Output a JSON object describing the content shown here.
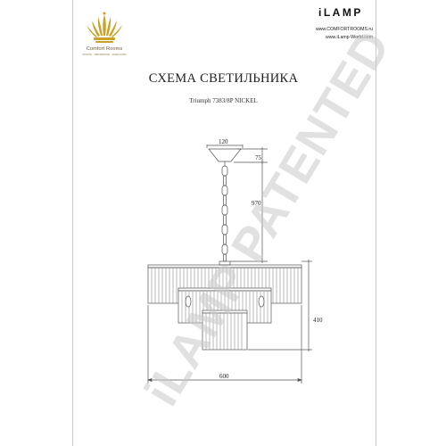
{
  "header": {
    "logo_brand": "Comfort Rooms",
    "logo_tagline": "ЛЮСТРЫ · СВЕТИЛЬНИКИ · АКСЕССУАРЫ",
    "right_logo": "iLAMP",
    "url_1": "www.COMFORTROOMS.ru",
    "url_2": "www.iLamp-World.com"
  },
  "document": {
    "title": "СХЕМА СВЕТИЛЬНИКА",
    "model": "Triumph 7383/8P NICKEL"
  },
  "dimensions": {
    "canopy_width": "120",
    "canopy_height": "75",
    "chain_length": "970",
    "body_height": "410",
    "body_width": "600"
  },
  "watermark": "iLAMP PATENTED",
  "colors": {
    "line": "#555555",
    "logo_gold": "#c9a227",
    "watermark": "#c8c8c8"
  }
}
